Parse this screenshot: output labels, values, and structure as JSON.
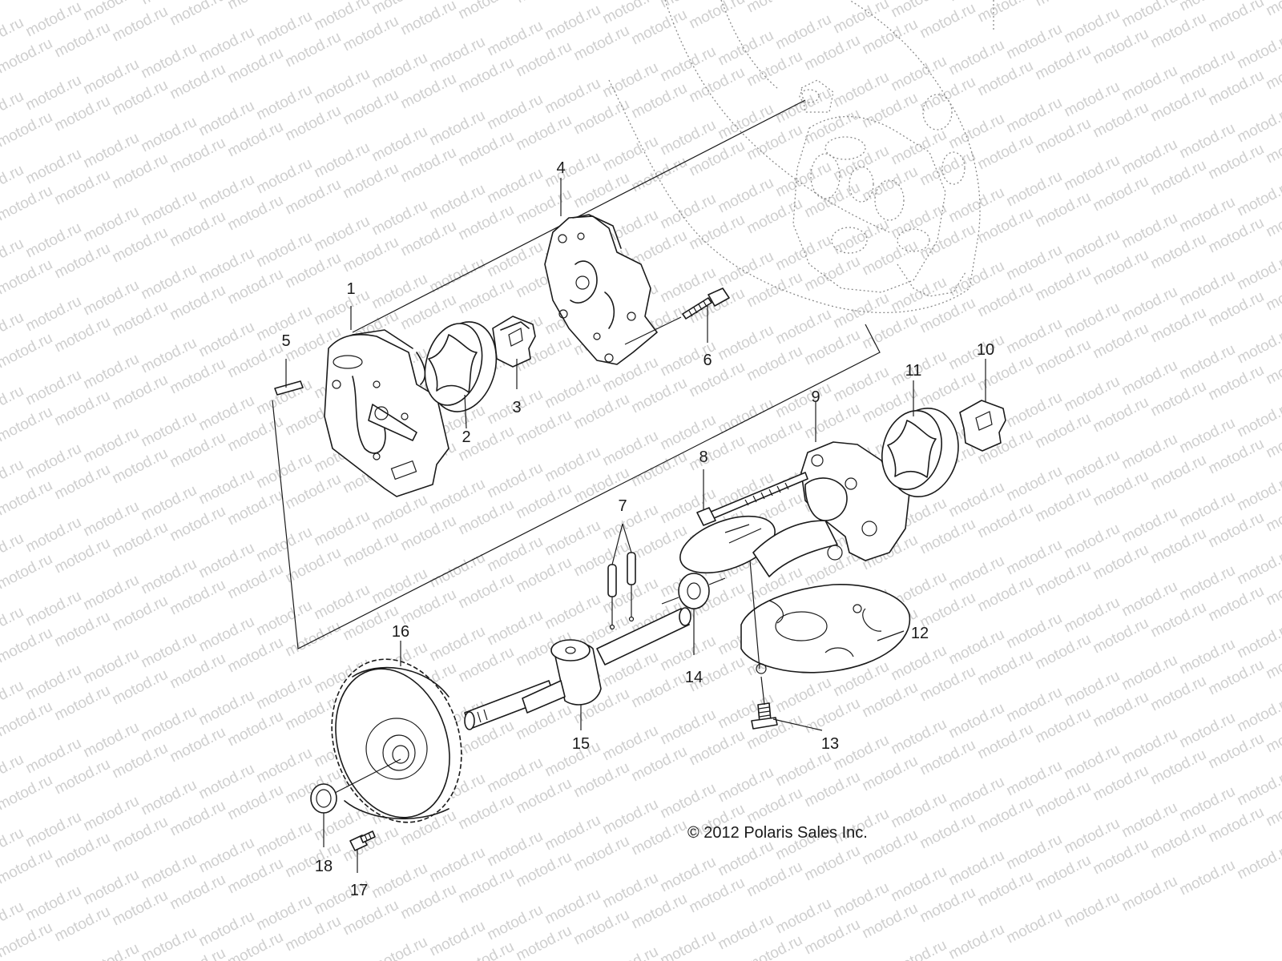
{
  "watermark": "motod.ru",
  "copyright": "© 2012 Polaris Sales Inc.",
  "callouts": [
    "1",
    "2",
    "3",
    "4",
    "5",
    "6",
    "7",
    "8",
    "9",
    "10",
    "11",
    "12",
    "13",
    "14",
    "15",
    "16",
    "17",
    "18"
  ]
}
